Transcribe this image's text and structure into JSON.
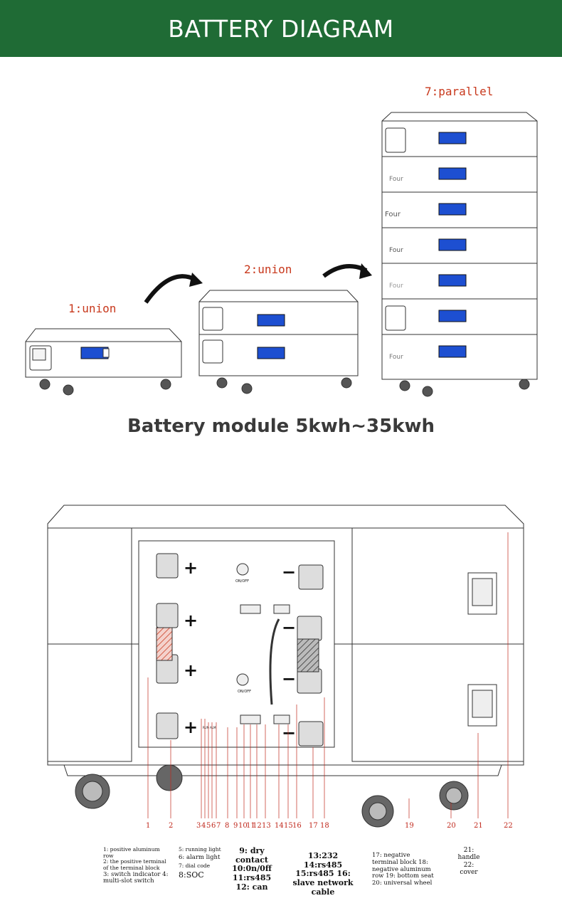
{
  "header": {
    "title": "BATTERY DIAGRAM",
    "bg_color": "#1f6b35"
  },
  "stacks": {
    "union1": "1:union",
    "union2": "2:union",
    "parallel": "7:parallel",
    "side_tags": [
      "Four",
      "Four",
      "Four",
      "Four",
      "Four"
    ]
  },
  "subtitle": "Battery module 5kwh~35kwh",
  "panel": {
    "on_off_top": "ON/OFF",
    "on_off_bottom": "ON/OFF",
    "plus": "+",
    "minus": "−",
    "run": "RUN",
    "alm": "ALM"
  },
  "callouts": [
    "1",
    "2",
    "3",
    "4",
    "5",
    "6",
    "7",
    "8",
    "9",
    "10",
    "11",
    "12",
    "13",
    "14",
    "15",
    "16",
    "17",
    "18",
    "19",
    "20",
    "21",
    "22"
  ],
  "legend": {
    "col1_a": "1: positive aluminum row",
    "col1_b": "2: the positive terminal of the terminal block",
    "col1_c": "3: switch indicator 4: multi-slot switch",
    "col2_a": "5: running light",
    "col2_b": "6: alarm light",
    "col2_c": "7: dial code",
    "col2_d": "8:SOC",
    "col3": "9: dry contact 10:0n/0ff 11:rs485 12: can",
    "col4": "13:232 14:rs485 15:rs485 16: slave network cable",
    "col5": "17: negative terminal block 18: negative aluminum row 19: bottom seat 20: universal wheel",
    "col6": "21: handle 22: cover"
  },
  "colors": {
    "label_red": "#c8381c",
    "line": "#333333"
  }
}
